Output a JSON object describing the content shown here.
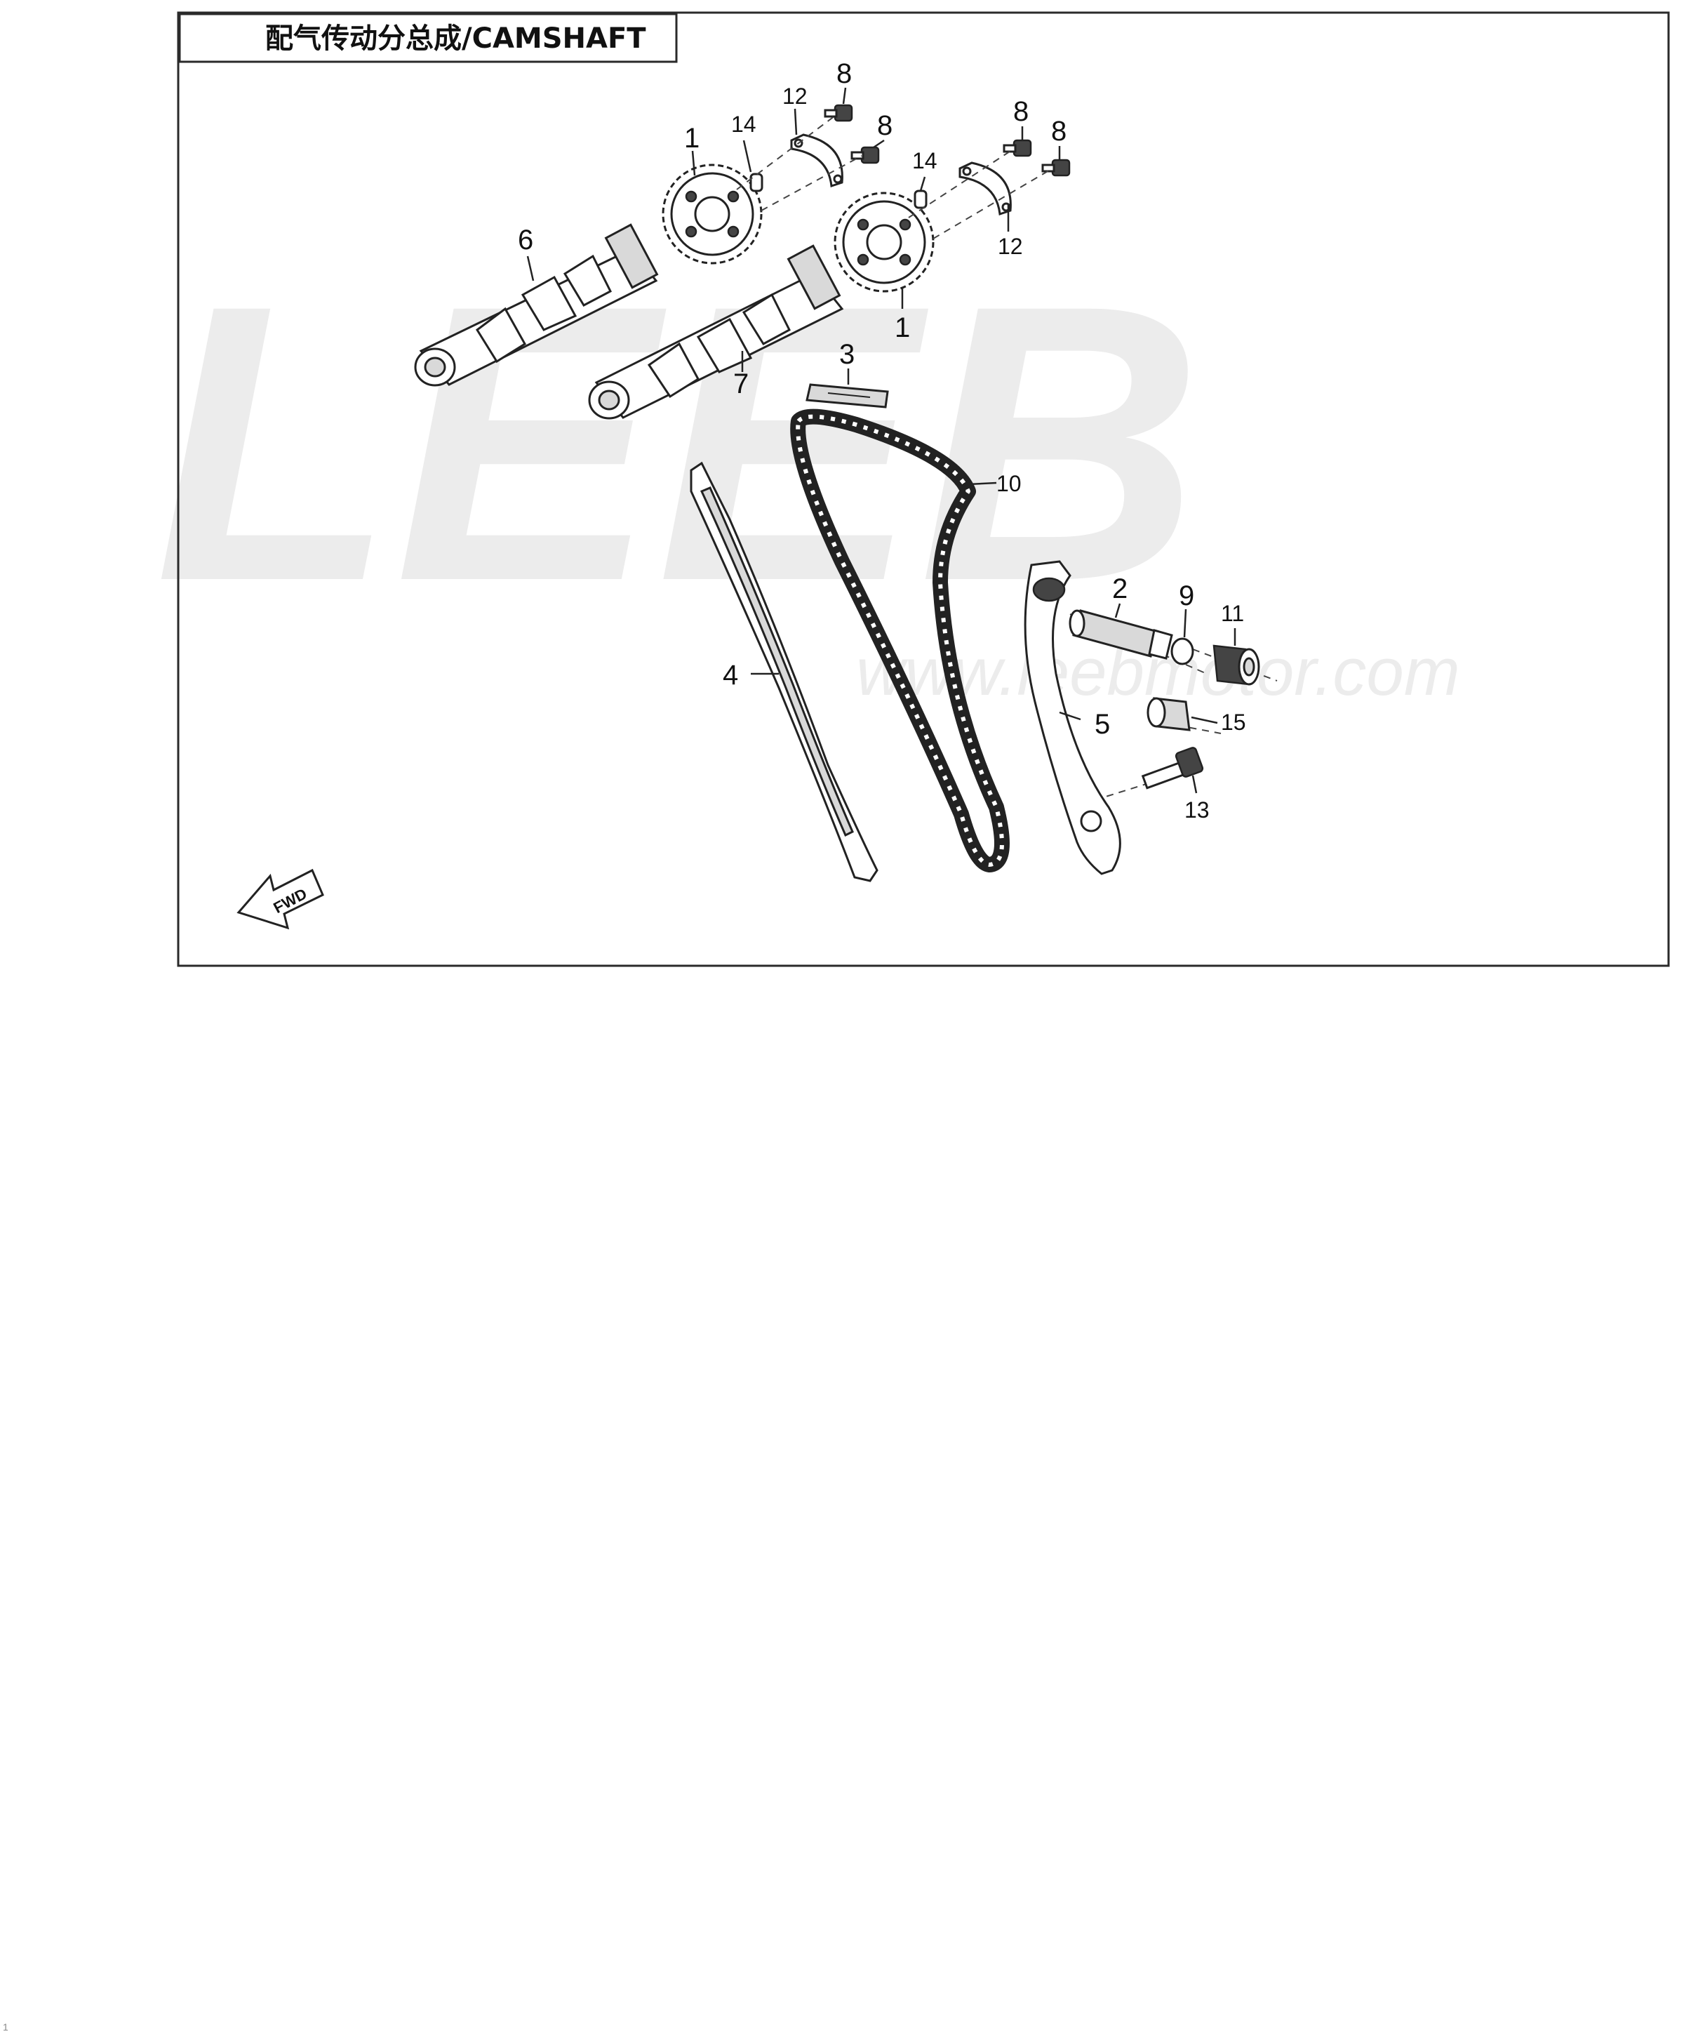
{
  "header": {
    "title": "配气传动分总成/CAMSHAFT"
  },
  "watermark": {
    "logo_text": "LEEB",
    "url": "www.leebmotor.com"
  },
  "callouts": {
    "p1a": "1",
    "p1b": "1",
    "p2": "2",
    "p3": "3",
    "p4": "4",
    "p5": "5",
    "p6": "6",
    "p7": "7",
    "p8a": "8",
    "p8b": "8",
    "p8c": "8",
    "p8d": "8",
    "p9": "9",
    "p10": "10",
    "p11": "11",
    "p12a": "12",
    "p12b": "12",
    "p13": "13",
    "p14a": "14",
    "p14b": "14",
    "p15": "15"
  },
  "fwd_indicator": {
    "label": "FWD"
  },
  "footer": {
    "page_number": "1"
  }
}
